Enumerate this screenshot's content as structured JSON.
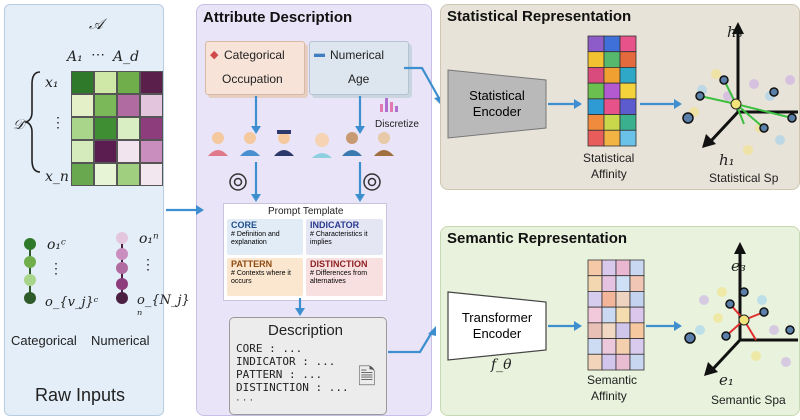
{
  "raw_inputs": {
    "label": "Raw Inputs",
    "dataset_symbol": "𝒟",
    "attr_set_symbol": "𝒜",
    "col_first": "A₁",
    "col_dots": "⋯",
    "col_last": "A_d",
    "row_first": "x₁",
    "row_last": "x_n",
    "vdots": "⋮",
    "categorical_label": "Categorical",
    "numerical_label": "Numerical",
    "cat_first": "o₁ᶜ",
    "cat_last": "o_{v_j}ᶜ",
    "num_first": "o₁ⁿ",
    "num_last": "o_{N_j}ⁿ",
    "matrix_colors": [
      [
        "#2f7a2a",
        "#cfe8a8",
        "#6fae4b",
        "#5a1f4a"
      ],
      [
        "#e4f0c7",
        "#7bb85a",
        "#b06ba0",
        "#e3c6dd"
      ],
      [
        "#a9d58b",
        "#3f8e34",
        "#d9eec2",
        "#8e3d7c"
      ],
      [
        "#d6ebbc",
        "#5b1d4f",
        "#f2e4ee",
        "#c98ebd"
      ],
      [
        "#6aa84f",
        "#e8f4d6",
        "#9fcf7f",
        "#f3e7ef"
      ]
    ]
  },
  "attribute_description": {
    "title": "Attribute Description",
    "categorical_tag": "Categorical",
    "categorical_value": "Occupation",
    "numerical_tag": "Numerical",
    "numerical_value": "Age",
    "discretize": "Discretize",
    "prompt_template": {
      "title": "Prompt Template",
      "core_head": "CORE",
      "core_body": "# Definition and explanation",
      "indicator_head": "INDICATOR",
      "indicator_body": "# Characteristics it implies",
      "pattern_head": "PATTERN",
      "pattern_body": "# Contexts where it occurs",
      "distinction_head": "DISTINCTION",
      "distinction_body": "# Differences from alternatives"
    },
    "description": {
      "title": "Description",
      "line1": "CORE : ...",
      "line2": "INDICATOR : ...",
      "line3": "PATTERN : ...",
      "line4": "DISTINCTION : ...",
      "line5": "· · ·"
    }
  },
  "statistical": {
    "title": "Statistical Representation",
    "encoder_line1": "Statistical",
    "encoder_line2": "Encoder",
    "affinity_line1": "Statistical",
    "affinity_line2": "Affinity",
    "space_label": "Statistical Sp",
    "axis_top": "h₃",
    "axis_bottom": "h₁",
    "affinity_colors": [
      [
        "#8e5cc9",
        "#3f6fd9",
        "#e7528a"
      ],
      [
        "#f2c230",
        "#55b86d",
        "#e36a3c"
      ],
      [
        "#d94a7d",
        "#f0a030",
        "#2fa8c8"
      ],
      [
        "#6bbf4e",
        "#b35ad0",
        "#f4d23c"
      ],
      [
        "#2f9bd4",
        "#e7528a",
        "#5d5ccf"
      ],
      [
        "#f08a3c",
        "#c8d84a",
        "#3bb08f"
      ],
      [
        "#e85c5c",
        "#f2b544",
        "#6ac2e8"
      ]
    ]
  },
  "semantic": {
    "title": "Semantic Representation",
    "encoder_line1": "Transformer",
    "encoder_line2": "Encoder",
    "encoder_symbol": "f_θ",
    "affinity_line1": "Semantic",
    "affinity_line2": "Affinity",
    "space_label": "Semantic Spa",
    "axis_top": "e₃",
    "axis_bottom": "e₁",
    "affinity_colors": [
      [
        "#f5c9a8",
        "#d8c8ec",
        "#e9b8d0",
        "#c9d8f0"
      ],
      [
        "#f3d7b0",
        "#e4c2e0",
        "#cfe0f6",
        "#f2c6b4"
      ],
      [
        "#d6ccee",
        "#f4b69a",
        "#eed3c0",
        "#c4d3f0"
      ],
      [
        "#f1c9da",
        "#cbd9f2",
        "#f4dcaf",
        "#dcc7ec"
      ],
      [
        "#e9c0b6",
        "#f0d8c2",
        "#d0c5ea",
        "#f5c8a0"
      ],
      [
        "#cddcf3",
        "#ecc8dc",
        "#f3cfae",
        "#d9cbee"
      ],
      [
        "#f2d4bb",
        "#d2c6ec",
        "#e8bcd1",
        "#c8d6ef"
      ]
    ]
  }
}
